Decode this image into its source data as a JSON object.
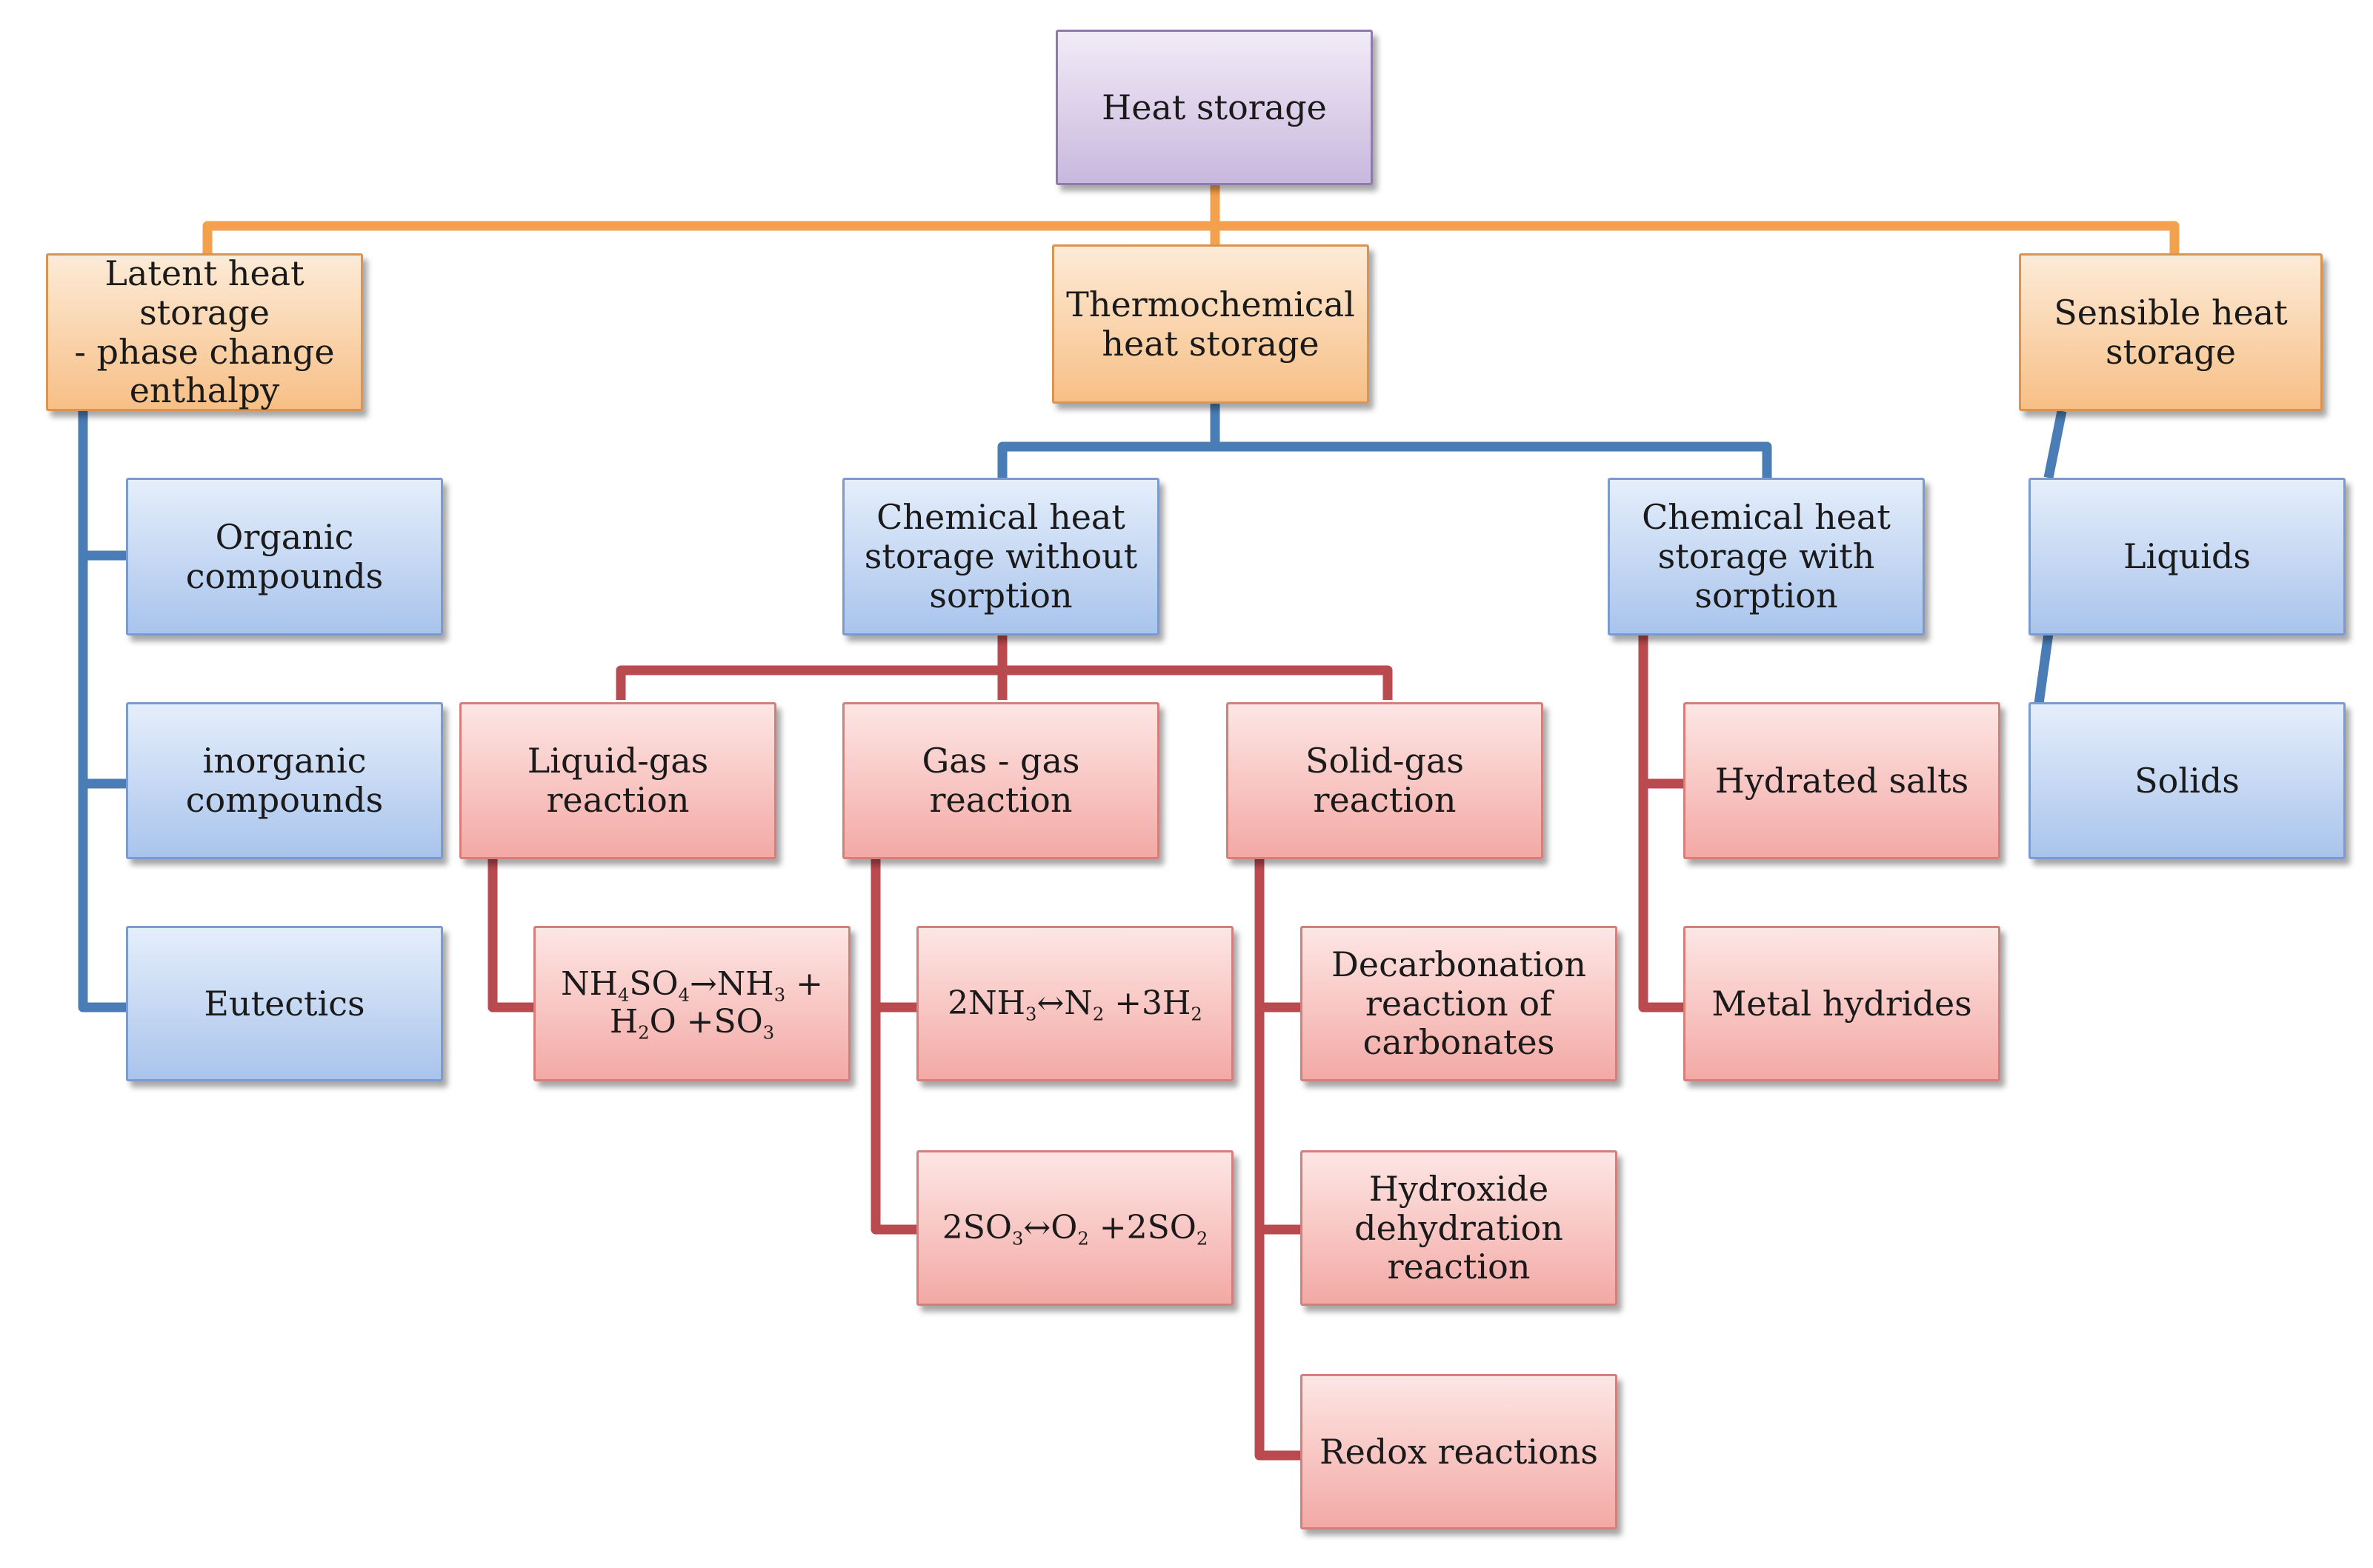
{
  "colors": {
    "orange_connector": "#f4a14d",
    "blue_connector": "#4a7db5",
    "red_connector": "#b94a4f",
    "purple_fill": "#c9b8de",
    "orange_fill": "#f7bf86",
    "blue_fill": "#a9c4ec",
    "red_fill": "#f3a9a5"
  },
  "nodes": {
    "root": {
      "label": "Heat storage"
    },
    "latent": {
      "label": "Latent heat storage\n- phase change\nenthalpy"
    },
    "thermochemical": {
      "label": "Thermochemical\nheat storage"
    },
    "sensible": {
      "label": "Sensible heat\nstorage"
    },
    "organic": {
      "label": "Organic\ncompounds"
    },
    "inorganic": {
      "label": "inorganic\ncompounds"
    },
    "eutectics": {
      "label": "Eutectics"
    },
    "without_sorption": {
      "label": "Chemical heat\nstorage without\nsorption"
    },
    "with_sorption": {
      "label": "Chemical heat\nstorage with\nsorption"
    },
    "liquids": {
      "label": "Liquids"
    },
    "solids": {
      "label": "Solids"
    },
    "liquid_gas": {
      "label": "Liquid-gas reaction"
    },
    "gas_gas": {
      "label": "Gas - gas reaction"
    },
    "solid_gas": {
      "label": "Solid-gas reaction"
    },
    "hydrated_salts": {
      "label": "Hydrated salts"
    },
    "metal_hydrides": {
      "label": "Metal hydrides"
    },
    "decarbonation": {
      "label": "Decarbonation\nreaction of\ncarbonates"
    },
    "hydroxide": {
      "label": "Hydroxide\ndehydration\nreaction"
    },
    "redox": {
      "label": "Redox reactions"
    }
  },
  "formulas": {
    "nh4so4": {
      "line1": [
        "NH",
        "4",
        "SO",
        "4",
        "→NH",
        "3",
        " +"
      ],
      "line2": [
        "H",
        "2",
        "O +SO",
        "3"
      ]
    },
    "nh3": [
      "2NH",
      "3",
      "↔N",
      "2",
      " +3H",
      "2"
    ],
    "so3": [
      "2SO",
      "3",
      "↔O",
      "2",
      " +2SO",
      "2"
    ]
  }
}
